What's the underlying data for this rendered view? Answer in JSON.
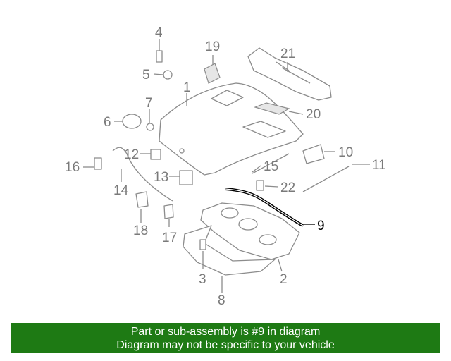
{
  "diagram": {
    "callouts": [
      "1",
      "2",
      "3",
      "4",
      "5",
      "6",
      "7",
      "8",
      "9",
      "10",
      "11",
      "12",
      "13",
      "14",
      "15",
      "16",
      "17",
      "18",
      "19",
      "20",
      "21",
      "22"
    ],
    "highlighted_part": "9",
    "highlight_color": "#000000",
    "line_color": "#8c8c8c"
  },
  "banner": {
    "line1": "Part or sub-assembly is #9 in diagram",
    "line2": "Diagram may not be specific to your vehicle",
    "background": "#1e7a14"
  }
}
